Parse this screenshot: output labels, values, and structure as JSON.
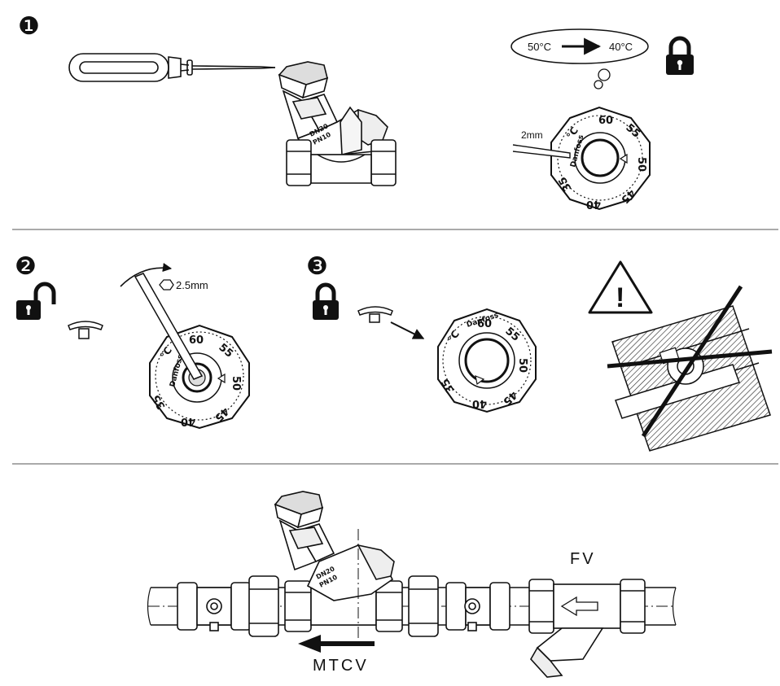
{
  "steps": [
    "❶",
    "❷",
    "❸"
  ],
  "temperature": {
    "from": "50°C",
    "to": "40°C"
  },
  "tool_sizes": {
    "pin": "2mm",
    "hex_key": "2.5mm"
  },
  "valve_marking": {
    "dn": "DN20",
    "pn": "PN10"
  },
  "dial": {
    "brand": "Danfoss",
    "unit": "°C",
    "scale": [
      "35",
      "40",
      "45",
      "50",
      "55",
      "60"
    ]
  },
  "warning_symbol": "!",
  "installation": {
    "valve_label": "MTCV",
    "filter_label": "FV"
  },
  "icons": [
    "screwdriver-icon",
    "lock-icon",
    "unlock-icon",
    "hex-key-icon",
    "warning-icon",
    "flow-arrow-icon"
  ]
}
